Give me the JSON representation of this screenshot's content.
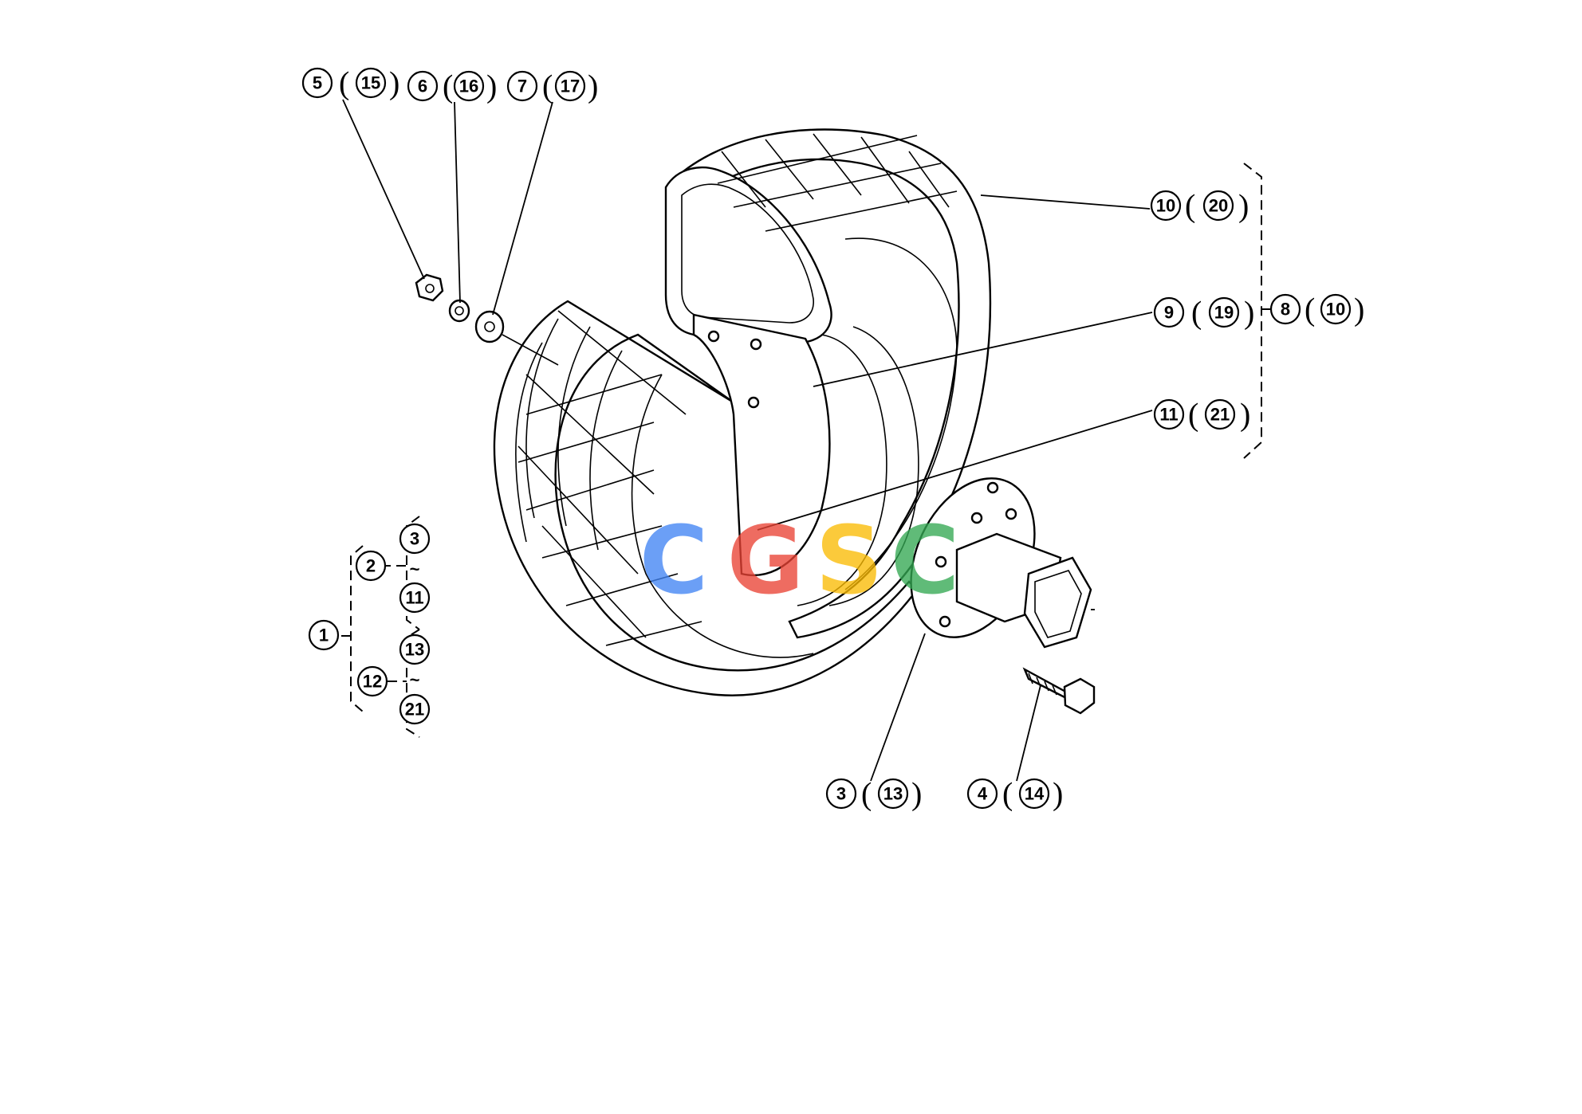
{
  "callouts": {
    "c5": {
      "num": "5",
      "alt": "15"
    },
    "c6": {
      "num": "6",
      "alt": "16"
    },
    "c7": {
      "num": "7",
      "alt": "17"
    },
    "c10": {
      "num": "10",
      "alt": "20"
    },
    "c9": {
      "num": "9",
      "alt": "19"
    },
    "c8": {
      "num": "8",
      "alt": "10"
    },
    "c11": {
      "num": "11",
      "alt": "21"
    },
    "c3": {
      "num": "3",
      "alt": "13"
    },
    "c4": {
      "num": "4",
      "alt": "14"
    }
  },
  "assembly": {
    "root": "1",
    "group_a": "2",
    "group_a_from": "3",
    "group_a_to": "11",
    "group_b": "12",
    "group_b_from": "13",
    "group_b_to": "21",
    "range_mark": "~"
  },
  "watermark": {
    "letters": [
      "C",
      "G",
      "S",
      "C"
    ],
    "colors": [
      "#4285F4",
      "#EA4335",
      "#FBBC05",
      "#34A853"
    ]
  },
  "line_color": "#000000",
  "background": "#ffffff"
}
